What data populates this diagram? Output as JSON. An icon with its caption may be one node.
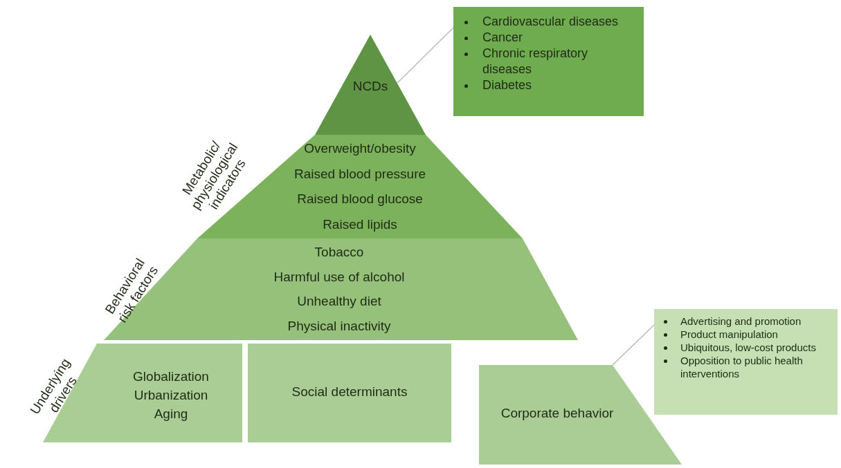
{
  "diagram": {
    "nodes": [
      {
        "text": [
          "NCDs"
        ]
      },
      {
        "text": [
          "Cardiovascular diseases",
          "Cancer",
          "Chronic respiratory diseases",
          "Diabetes"
        ]
      },
      {
        "text": [
          "Overweight/obesity",
          "Raised blood pressure",
          "Raised blood glucose",
          "Raised lipids"
        ],
        "beside": [
          "Metabolic/ physiological indicators"
        ]
      },
      {
        "text": [
          "Tobacco",
          "Harmful use of alcohol",
          "Unhealthy diet",
          "Physical inactivity"
        ],
        "beside": [
          "Behavioral risk factors"
        ]
      },
      {
        "text": [
          "Globalization",
          "Urbanization",
          "Aging"
        ],
        "beside": [
          "Underlying drivers"
        ]
      },
      {
        "text": [
          "Social determinants"
        ]
      },
      {
        "text": [
          "Corporate behavior"
        ]
      },
      {
        "text": [
          "Advertising and promotion",
          "Product manipulation",
          "Ubiquitous, low-cost products",
          "Opposition to public health interventions"
        ]
      }
    ],
    "edges": [
      {
        "from": 0,
        "to": 1,
        "arrow": "none"
      },
      {
        "from": 6,
        "to": 7,
        "arrow": "none"
      }
    ]
  }
}
